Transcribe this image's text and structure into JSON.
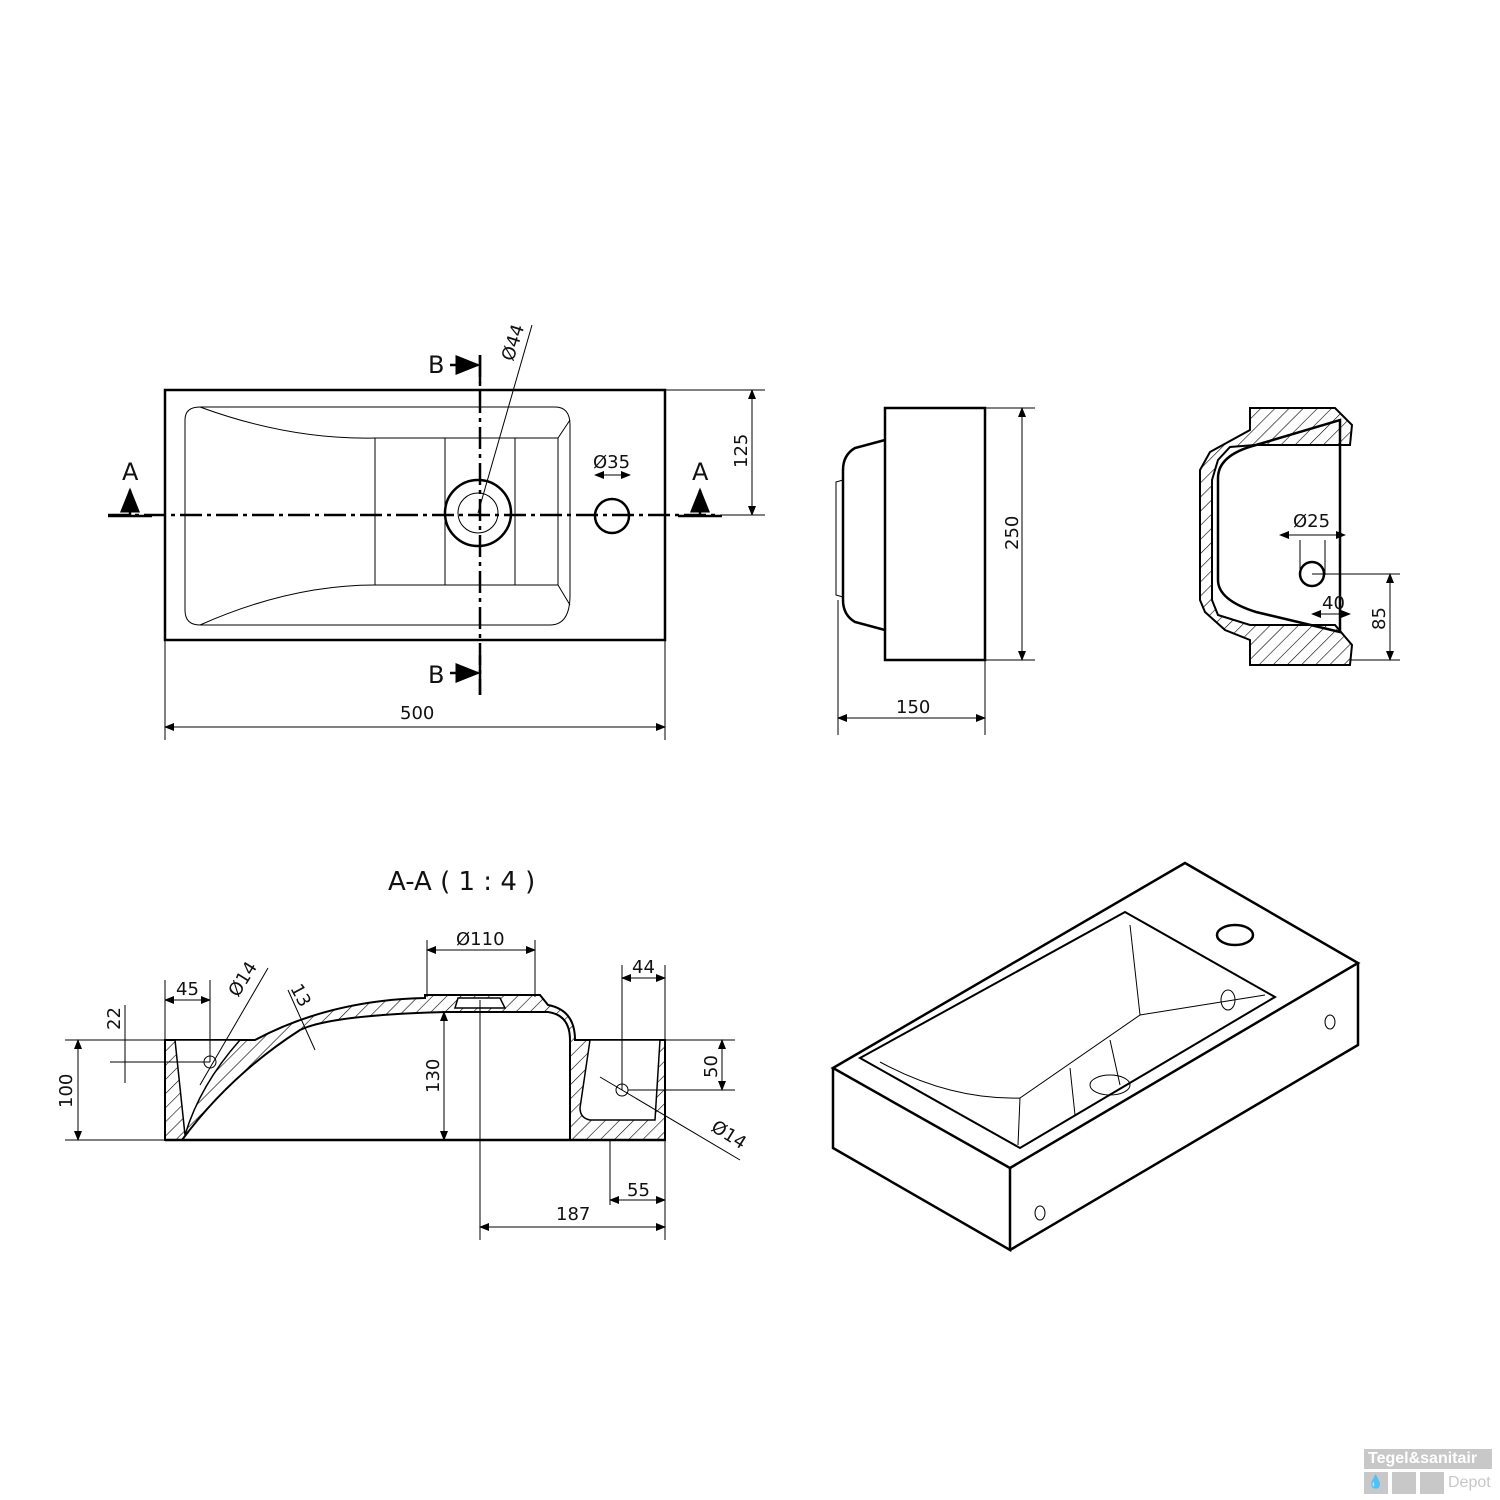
{
  "top_view": {
    "section_a_left": "A",
    "section_a_right": "A",
    "section_b_top": "B",
    "section_b_bottom": "B",
    "drain_dia": "Ø44",
    "tap_dia": "Ø35",
    "height_dim": "125",
    "width_dim": "500"
  },
  "side_view": {
    "depth_dim": "250",
    "width_dim": "150"
  },
  "end_view": {
    "hole_dia": "Ø25",
    "offset_dim": "40",
    "height_dim": "85"
  },
  "section": {
    "title": "A-A ( 1 : 4 )",
    "drain_dia": "Ø110",
    "left_offset": "45",
    "left_hole_dia": "Ø14",
    "wall_thickness": "13",
    "left_hole_height": "22",
    "total_height": "100",
    "inner_height": "130",
    "right_offset": "44",
    "right_hole_height": "50",
    "right_hole_dia": "Ø14",
    "right_bottom_dim": "55",
    "drain_to_edge": "187"
  },
  "logo": {
    "line1": "Tegel&sanitair",
    "line2": "Depot"
  }
}
